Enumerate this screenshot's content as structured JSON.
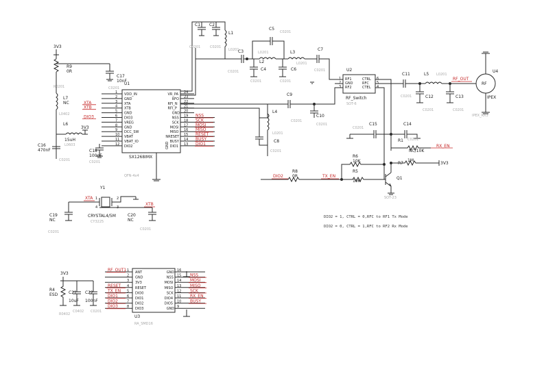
{
  "u1": {
    "ref": "U1",
    "part": "SX1268IMX",
    "footprint": "QFN-4x4",
    "gnd_pad": "GND",
    "left_pins": [
      {
        "n": "1",
        "name": "VDD_IN"
      },
      {
        "n": "2",
        "name": "GND"
      },
      {
        "n": "3",
        "name": "XTA"
      },
      {
        "n": "4",
        "name": "XTB"
      },
      {
        "n": "5",
        "name": "GND"
      },
      {
        "n": "6",
        "name": "DIO3"
      },
      {
        "n": "7",
        "name": "VREG"
      },
      {
        "n": "8",
        "name": "GND"
      },
      {
        "n": "9",
        "name": "DCC_SW"
      },
      {
        "n": "10",
        "name": "VBAT"
      },
      {
        "n": "11",
        "name": "VBAT_IO"
      },
      {
        "n": "12",
        "name": "DIO2"
      }
    ],
    "right_pins": [
      {
        "n": "24",
        "name": "VR_PA"
      },
      {
        "n": "23",
        "name": "RFO"
      },
      {
        "n": "22",
        "name": "RFI_N"
      },
      {
        "n": "21",
        "name": "RFI_P"
      },
      {
        "n": "20",
        "name": "GND"
      },
      {
        "n": "19",
        "name": "NSS"
      },
      {
        "n": "18",
        "name": "SCK"
      },
      {
        "n": "17",
        "name": "MOSI"
      },
      {
        "n": "16",
        "name": "MISO"
      },
      {
        "n": "15",
        "name": "NRESET"
      },
      {
        "n": "14",
        "name": "BUSY"
      },
      {
        "n": "13",
        "name": "DIO1"
      }
    ],
    "left_nets": [
      "XTA",
      "XTB",
      "DIO3"
    ],
    "right_nets": [
      "NSS",
      "SCK",
      "MOSI",
      "MISO",
      "RESET",
      "BUSY",
      "DIO1"
    ]
  },
  "u2": {
    "ref": "U2",
    "left_pins": [
      "RF1",
      "GND",
      "RF2"
    ],
    "right_pins": [
      "CTRL",
      "RFC",
      "CTEL"
    ],
    "right_nums": [
      "6",
      "5",
      "4"
    ],
    "left_nums": [
      "1",
      "2",
      "3"
    ],
    "name": "RF_Switch",
    "footprint": "SOT-6"
  },
  "u3": {
    "ref": "U3",
    "footprint": "RA_SMD16",
    "left_pins": [
      {
        "n": "1",
        "name": "ANT"
      },
      {
        "n": "2",
        "name": "GND"
      },
      {
        "n": "3",
        "name": "3V3"
      },
      {
        "n": "4",
        "name": "RESET"
      },
      {
        "n": "5",
        "name": "DIO0"
      },
      {
        "n": "6",
        "name": "DIO1"
      },
      {
        "n": "7",
        "name": "DIO2"
      },
      {
        "n": "8",
        "name": "DIO3"
      }
    ],
    "right_pins": [
      {
        "n": "16",
        "name": "GND"
      },
      {
        "n": "15",
        "name": "NSS"
      },
      {
        "n": "14",
        "name": "MOSI"
      },
      {
        "n": "13",
        "name": "MISO"
      },
      {
        "n": "12",
        "name": "SCK"
      },
      {
        "n": "11",
        "name": "DIO4"
      },
      {
        "n": "10",
        "name": "DIO5"
      },
      {
        "n": "9",
        "name": "GND"
      }
    ],
    "left_nets": [
      "RF_OUT1",
      "",
      "",
      "RESET",
      "TX_EN",
      "DIO1",
      "DIO2",
      "DIO3"
    ],
    "right_nets": [
      "",
      "NSS",
      "MOSI",
      "MISO",
      "SCK",
      "RX_EN",
      "BUSY",
      ""
    ]
  },
  "labels": {
    "v3_top": "3V3",
    "r9": "R9",
    "r9_val": "0R",
    "r9_fp": "R0201",
    "l7": "L7",
    "l7_val": "NC",
    "l7_fp": "L0402",
    "l6": "L6",
    "l6_val": "15uH",
    "l6_fp": "L0603",
    "v3_l6": "3V3",
    "c16": "C16",
    "c16_val": "470nF",
    "c16_fp": "C0201",
    "c17": "C17",
    "c17_val": "10nF",
    "c17_fp": "C0201",
    "c18": "C18",
    "c18_val": "100nF",
    "c18_fp": "C0201",
    "c1": "C1",
    "c2": "C2",
    "c1_fp": "C0201",
    "c2_fp": "C0201",
    "l1": "L1",
    "c5": "C5",
    "c5_fp": "C0201",
    "c3": "C3",
    "c3_fp": "C0201",
    "l2": "L2",
    "l2_fp": "L0201",
    "c4": "C4",
    "c4_fp": "C0201",
    "l3": "L3",
    "l3_fp": "L0201",
    "c6": "C6",
    "c6_fp": "C0201",
    "c7": "C7",
    "c7_fp": "C0201",
    "c9": "C9",
    "c9_fp": "C0201",
    "c10": "C10",
    "c10_fp": "C0201",
    "l4": "L4",
    "l4_fp": "L0201",
    "c8": "C8",
    "c8_fp": "C0201",
    "c11": "C11",
    "c11_fp": "C0201",
    "l5": "L5",
    "l5_fp": "L0201",
    "c12": "C12",
    "c12_fp": "C0201",
    "c13": "C13",
    "c13_fp": "C0201",
    "rf_out": "RF_OUT",
    "u4": "U4",
    "u4_name": "IPEX",
    "u4_fp": "IPEX_RX3",
    "rf_body": "RF",
    "c15": "C15",
    "c15_fp": "C0201",
    "c14": "C14",
    "c14_fp": "C0201",
    "r1": "R1",
    "r1_val": "NC/10K",
    "rx_en": "RX_EN",
    "r6": "R6",
    "r6_val": "10K",
    "r7": "R7",
    "r7_val": "1M",
    "v3_r7": "3V3",
    "r8": "R8",
    "r8_val": "0R",
    "dio2": "DIO2",
    "tx_en": "TX_EN",
    "r5": "R5",
    "r5_val": "10K",
    "q1": "Q1",
    "q1_fp": "SOT-23",
    "y1": "Y1",
    "xta": "XTA",
    "xtb": "XTB",
    "y1_name": "CRYSTAL4/5M",
    "y1_fp": "CY3225",
    "c19": "C19",
    "c19_val": "NC",
    "c19_fp": "C0201",
    "c20": "C20",
    "c20_val": "NC",
    "c20_fp": "C0201",
    "v3_u3": "3V3",
    "r4": "R4",
    "r4_val": "ESD",
    "r4_fp": "R0402",
    "c21": "C21",
    "c21_val": "10uF",
    "c21_fp": "C0402",
    "c22": "C22",
    "c22_val": "100nF",
    "c22_fp": "C0201",
    "u3_ref": "U3"
  },
  "notes": [
    "DIO2 = 1, CTRL = 0,RFC to RF1  Tx Mode",
    "DIO2 = 0, CTRL = 1,RFC to RF2  Rx Mode"
  ],
  "colors": {
    "net_label": "#c62828",
    "wire": "#2a2a2a",
    "footprint": "#a8a8a8"
  }
}
